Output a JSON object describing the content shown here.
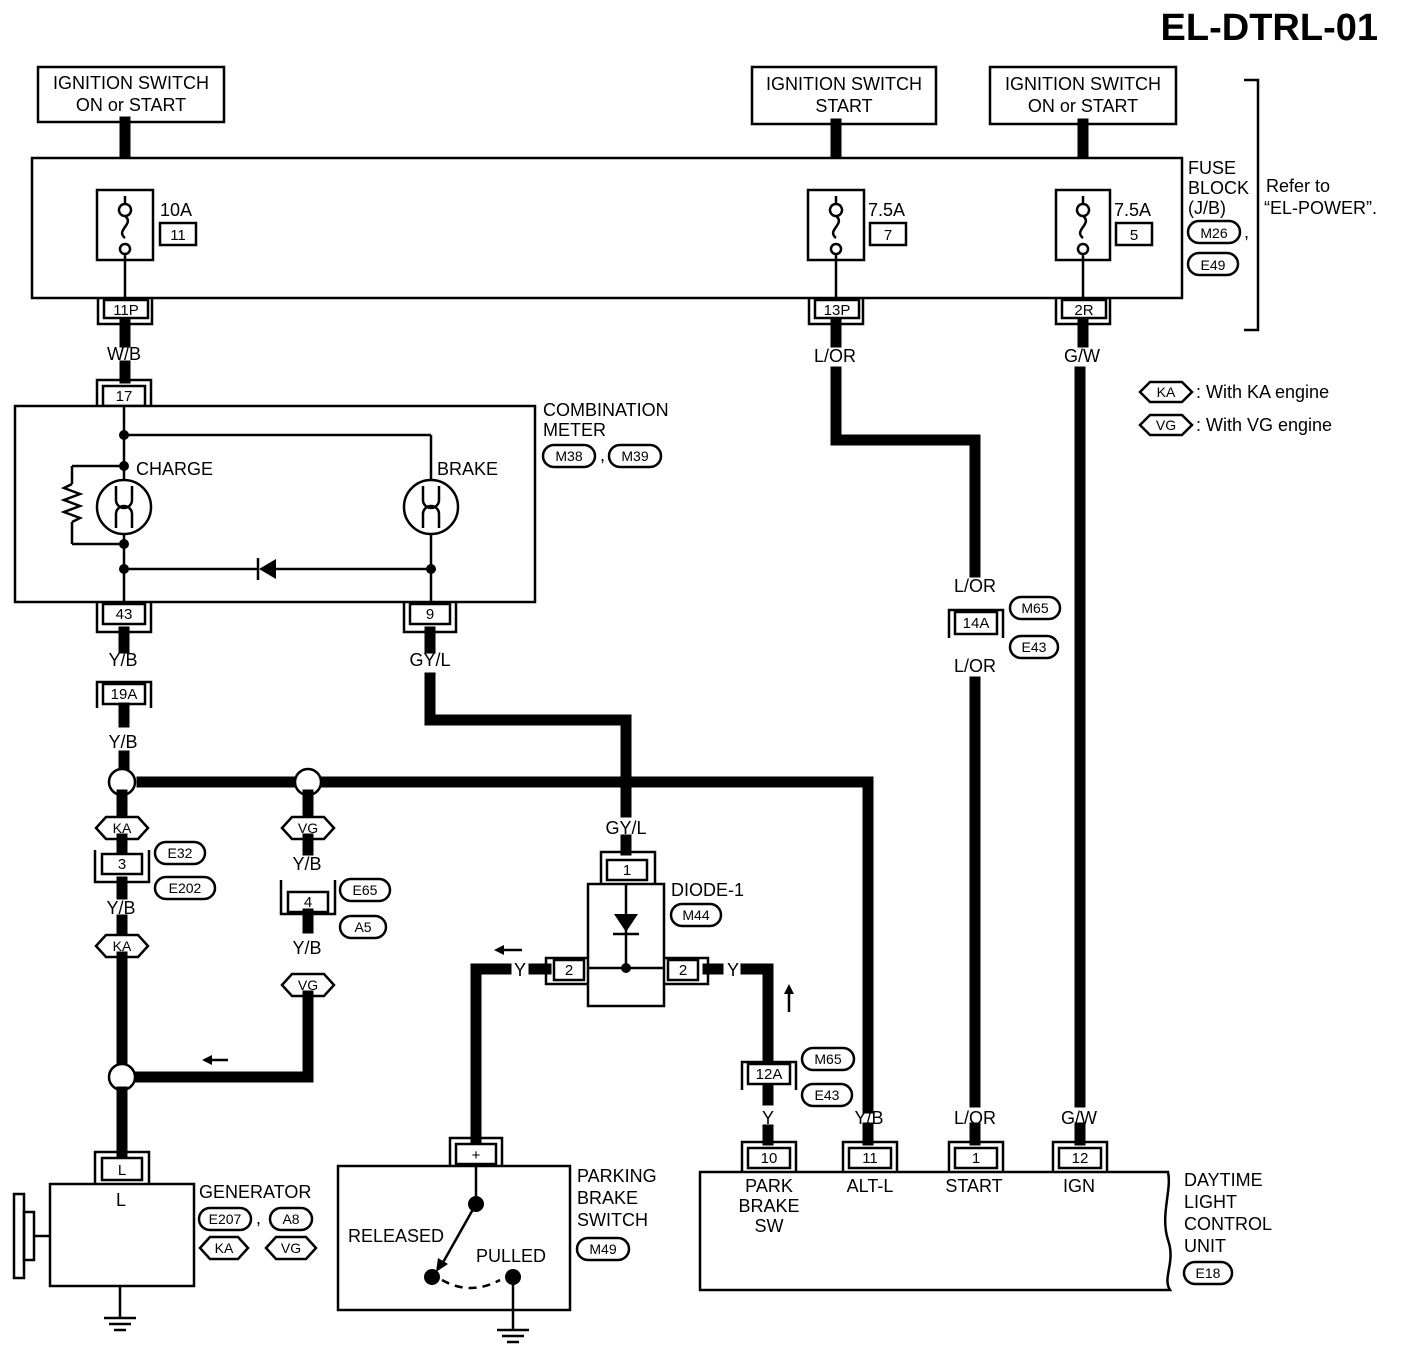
{
  "diagram_id": "EL-DTRL-01",
  "sources": {
    "ign_left": [
      "IGNITION SWITCH",
      "ON or START"
    ],
    "ign_mid": [
      "IGNITION SWITCH",
      "START"
    ],
    "ign_right": [
      "IGNITION SWITCH",
      "ON or START"
    ]
  },
  "fuses": {
    "f1": {
      "rating": "10A",
      "num": "11",
      "conn": "11P",
      "wire": "W/B"
    },
    "f2": {
      "rating": "7.5A",
      "num": "7",
      "conn": "13P",
      "wire": "L/OR"
    },
    "f3": {
      "rating": "7.5A",
      "num": "5",
      "conn": "2R",
      "wire": "G/W"
    }
  },
  "fuse_block": {
    "lines": [
      "FUSE",
      "BLOCK",
      "(J/B)"
    ],
    "conn1": "M26",
    "conn2": "E49",
    "refer": [
      "Refer to",
      "“EL-POWER”."
    ]
  },
  "legend": {
    "ka": "KA",
    "ka_text": ": With KA engine",
    "vg": "VG",
    "vg_text": ": With VG engine"
  },
  "meter": {
    "title": [
      "COMBINATION",
      "METER"
    ],
    "conn1": "M38",
    "conn2": "M39",
    "charge": "CHARGE",
    "brake": "BRAKE",
    "pin_in": "17",
    "pin_charge": "43",
    "pin_brake": "9"
  },
  "wires": {
    "yb": "Y/B",
    "gyl": "GY/L",
    "y": "Y",
    "lor": "L/OR",
    "gw": "G/W"
  },
  "connectors": {
    "c19a": "19A",
    "c14a": "14A",
    "c14a_t1": "M65",
    "c14a_t2": "E43",
    "c3": "3",
    "c3_t1": "E32",
    "c3_t2": "E202",
    "c4": "4",
    "c4_t1": "E65",
    "c4_t2": "A5",
    "c12a": "12A",
    "c12a_t1": "M65",
    "c12a_t2": "E43"
  },
  "diode": {
    "name": "DIODE-1",
    "conn": "M44",
    "pin1": "1",
    "pin2a": "2",
    "pin2b": "2"
  },
  "generator": {
    "name": "GENERATOR",
    "pin": "L",
    "inner": "L",
    "conn1": "E207",
    "conn2": "A8",
    "eng1": "KA",
    "eng2": "VG"
  },
  "parking": {
    "title": [
      "PARKING",
      "BRAKE",
      "SWITCH"
    ],
    "conn": "M49",
    "pin": "+",
    "released": "RELEASED",
    "pulled": "PULLED"
  },
  "dtrl": {
    "title": [
      "DAYTIME",
      "LIGHT",
      "CONTROL",
      "UNIT"
    ],
    "conn": "E18",
    "pins": [
      {
        "num": "10",
        "label": [
          "PARK",
          "BRAKE",
          "SW"
        ],
        "wire": "Y"
      },
      {
        "num": "11",
        "label": [
          "ALT-L"
        ],
        "wire": "Y/B"
      },
      {
        "num": "1",
        "label": [
          "START"
        ],
        "wire": "L/OR"
      },
      {
        "num": "12",
        "label": [
          "IGN"
        ],
        "wire": "G/W"
      }
    ]
  }
}
